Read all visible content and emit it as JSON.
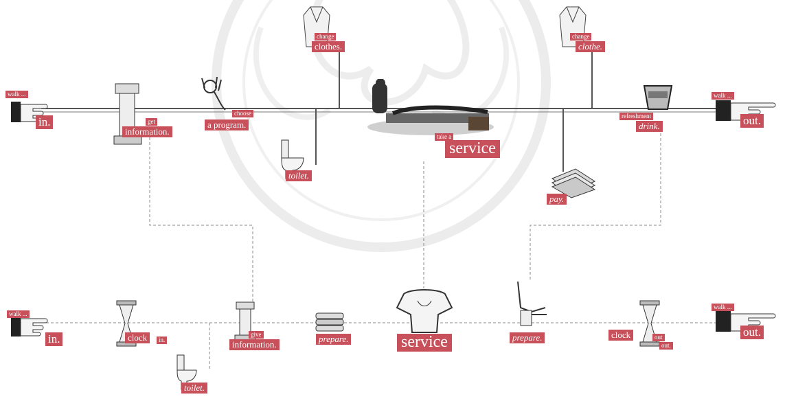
{
  "top_lane": {
    "walk_in": {
      "small": "walk ...",
      "big": "in."
    },
    "get_information": {
      "small": "get",
      "big": "information."
    },
    "choose_program": {
      "small": "choose",
      "big": "a program."
    },
    "change_clothes": {
      "small": "change",
      "big": "clothes."
    },
    "toilet": {
      "big": "toilet."
    },
    "take_service": {
      "small": "take a",
      "big": "service"
    },
    "change_clothe": {
      "small": "change",
      "big": "clothe."
    },
    "refreshment": {
      "small": "refreshment",
      "big": "drink."
    },
    "pay": {
      "big": "pay."
    },
    "walk_out": {
      "small": "walk ...",
      "big": "out."
    }
  },
  "bottom_lane": {
    "walk_in": {
      "small": "walk ...",
      "big": "in."
    },
    "clock_in": {
      "big": "clock",
      "small": "in."
    },
    "give_information": {
      "small": "give",
      "big": "information."
    },
    "toilet": {
      "big": "toilet."
    },
    "prepare_1": {
      "big": "prepare."
    },
    "service": {
      "big": "service"
    },
    "prepare_2": {
      "big": "prepare."
    },
    "clock_out": {
      "big": "clock",
      "small1": "out",
      "small2": "out."
    },
    "walk_out": {
      "small": "walk ...",
      "big": "out."
    }
  },
  "colors": {
    "label_bg": "#c8505a",
    "label_text": "#ffffff",
    "line": "#555555",
    "watermark": "#e6e6e6"
  }
}
